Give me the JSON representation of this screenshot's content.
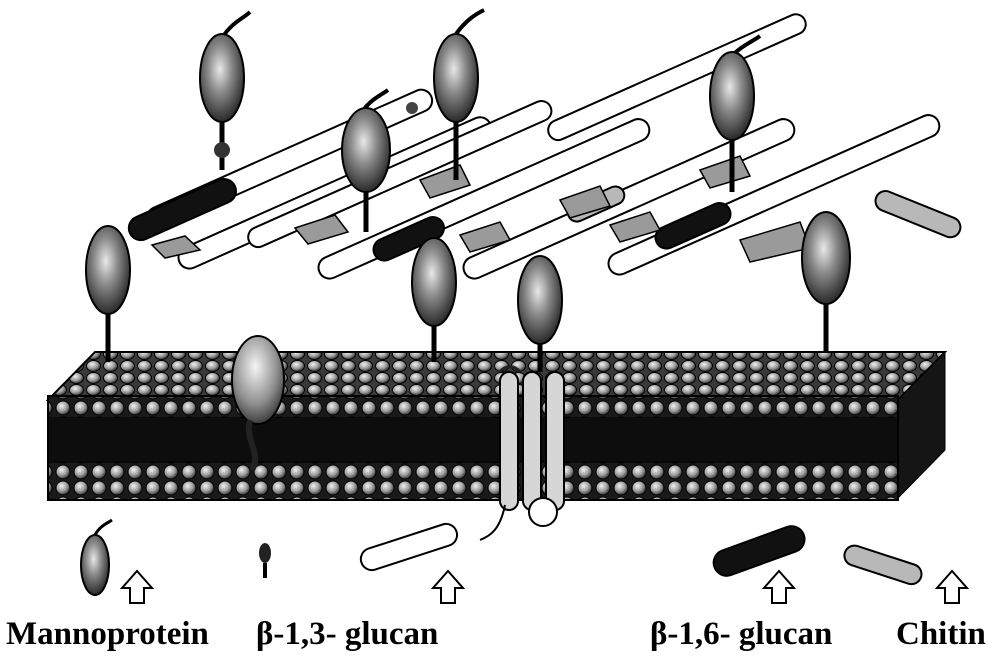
{
  "legend": {
    "mannoprotein": "Mannoprotein",
    "beta13_glucan": "β-1,3- glucan",
    "beta16_glucan": "β-1,6- glucan",
    "chitin": "Chitin"
  },
  "colors": {
    "background": "#ffffff",
    "ink": "#000000",
    "membrane_dark": "#111111",
    "bead_light": "#d8d8d8",
    "bead_mid": "#8a8a8a",
    "protein_fill": "#7a7a7a",
    "glucan13_fill": "#ffffff",
    "glucan16_fill": "#111111",
    "chitin_fill": "#b8b8b8",
    "link_fill": "#9a9a9a"
  }
}
